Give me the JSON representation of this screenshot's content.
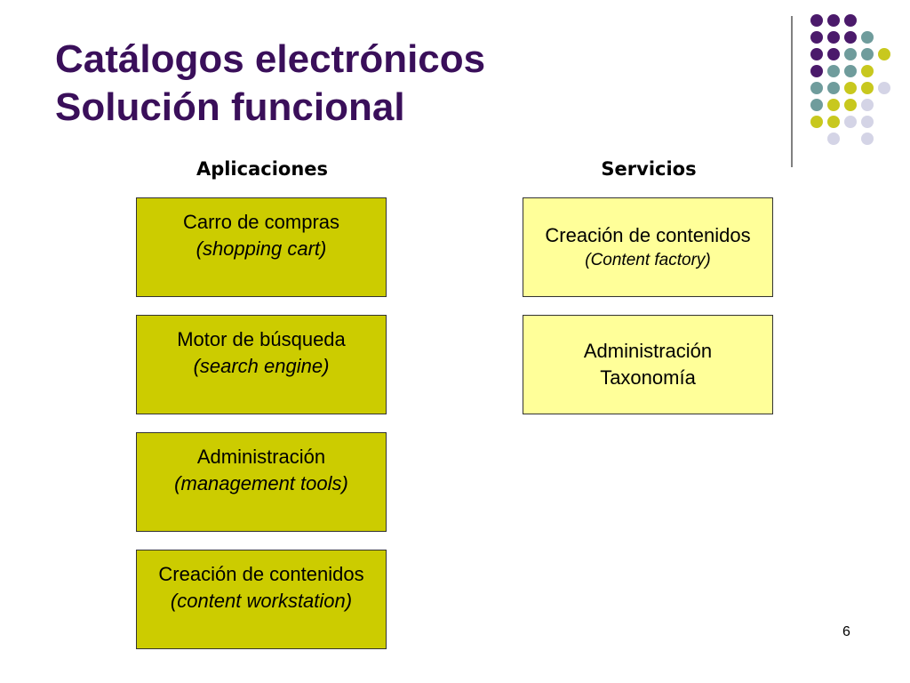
{
  "title": {
    "line1": "Catálogos electrónicos",
    "line2": "Solución funcional"
  },
  "columns": {
    "apps_header": "Aplicaciones",
    "services_header": "Servicios"
  },
  "applications": [
    {
      "line1": "Carro de compras",
      "line2": "(shopping cart)"
    },
    {
      "line1": "Motor de búsqueda",
      "line2": "(search engine)"
    },
    {
      "line1": "Administración",
      "line2": "(management tools)"
    },
    {
      "line1": "Creación de contenidos",
      "line2": "(content workstation)"
    }
  ],
  "services": [
    {
      "line1": "Creación de contenidos",
      "line2": "(Content factory)"
    },
    {
      "line1": "Administración",
      "line2": "Taxonomía"
    }
  ],
  "page_number": "6",
  "colors": {
    "title": "#3a0f5a",
    "app_box": "#cccc00",
    "service_box": "#ffff99",
    "dot_purple": "#4b1a6b",
    "dot_teal": "#6f9c9c",
    "dot_olive": "#c8c81e",
    "dot_lavender": "#d4d4e6"
  }
}
